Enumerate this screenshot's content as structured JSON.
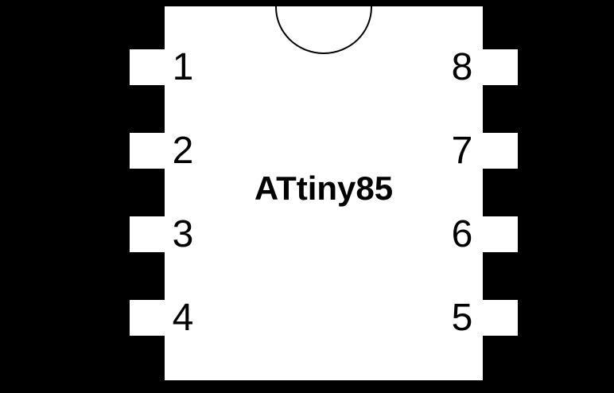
{
  "chip": {
    "label": "ATtiny85"
  },
  "pins": {
    "left": [
      "1",
      "2",
      "3",
      "4"
    ],
    "right": [
      "8",
      "7",
      "6",
      "5"
    ]
  },
  "colors": {
    "background": "#000000",
    "chip_body": "#ffffff",
    "pad": "#ffffff",
    "text": "#000000"
  }
}
